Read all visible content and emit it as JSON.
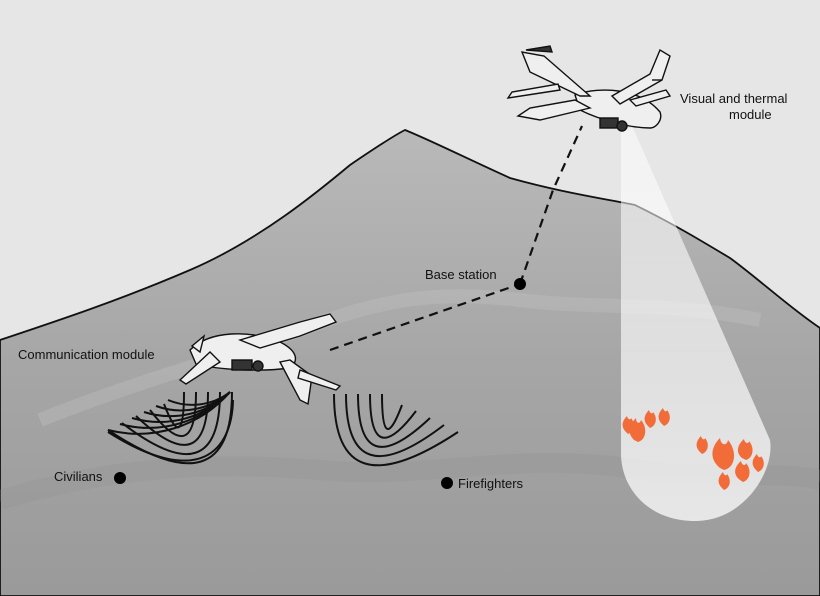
{
  "labels": {
    "visual_thermal_line1": "Visual and thermal",
    "visual_thermal_line2": "module",
    "base_station": "Base station",
    "communication_module": "Communication module",
    "civilians": "Civilians",
    "firefighters": "Firefighters"
  },
  "colors": {
    "sky": "#e6e6e6",
    "mountain": "#a9a9a9",
    "fire": "#f26c3a",
    "ink": "#111111"
  },
  "icons": [
    "drone-icon",
    "flame-icon",
    "signal-waves-icon",
    "location-dot-icon"
  ]
}
